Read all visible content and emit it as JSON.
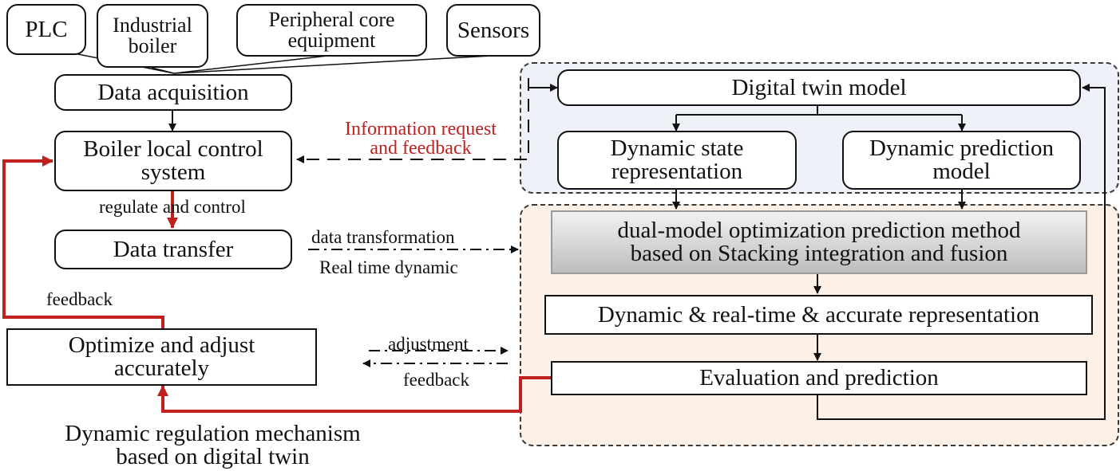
{
  "sources": {
    "plc": "PLC",
    "boiler": "Industrial\nboiler",
    "peripheral": "Peripheral core\nequipment",
    "sensors": "Sensors"
  },
  "left": {
    "data_acquisition": "Data acquisition",
    "local_control": "Boiler local control\nsystem",
    "regulate_label": "regulate and control",
    "data_transfer": "Data transfer",
    "feedback_label": "feedback",
    "optimize": "Optimize and adjust\naccurately",
    "caption": "Dynamic regulation mechanism\nbased on digital twin"
  },
  "middle": {
    "info_request": "Information request\nand feedback",
    "data_transformation": "data transformation",
    "real_time_dynamic": "Real time dynamic",
    "adjustment": "adjustment",
    "feedback": "feedback"
  },
  "twin": {
    "digital_twin_model": "Digital twin model",
    "dynamic_state": "Dynamic state\nrepresentation",
    "dynamic_prediction": "Dynamic prediction\nmodel"
  },
  "method": {
    "dual_model": "dual-model optimization prediction method\nbased on Stacking integration and fusion",
    "representation": "Dynamic & real-time & accurate  representation",
    "evaluation": "Evaluation and prediction"
  },
  "colors": {
    "highlight_red": "#c0201e",
    "panel_blue": "#eef2f8",
    "panel_peach": "#fcf0e7"
  }
}
